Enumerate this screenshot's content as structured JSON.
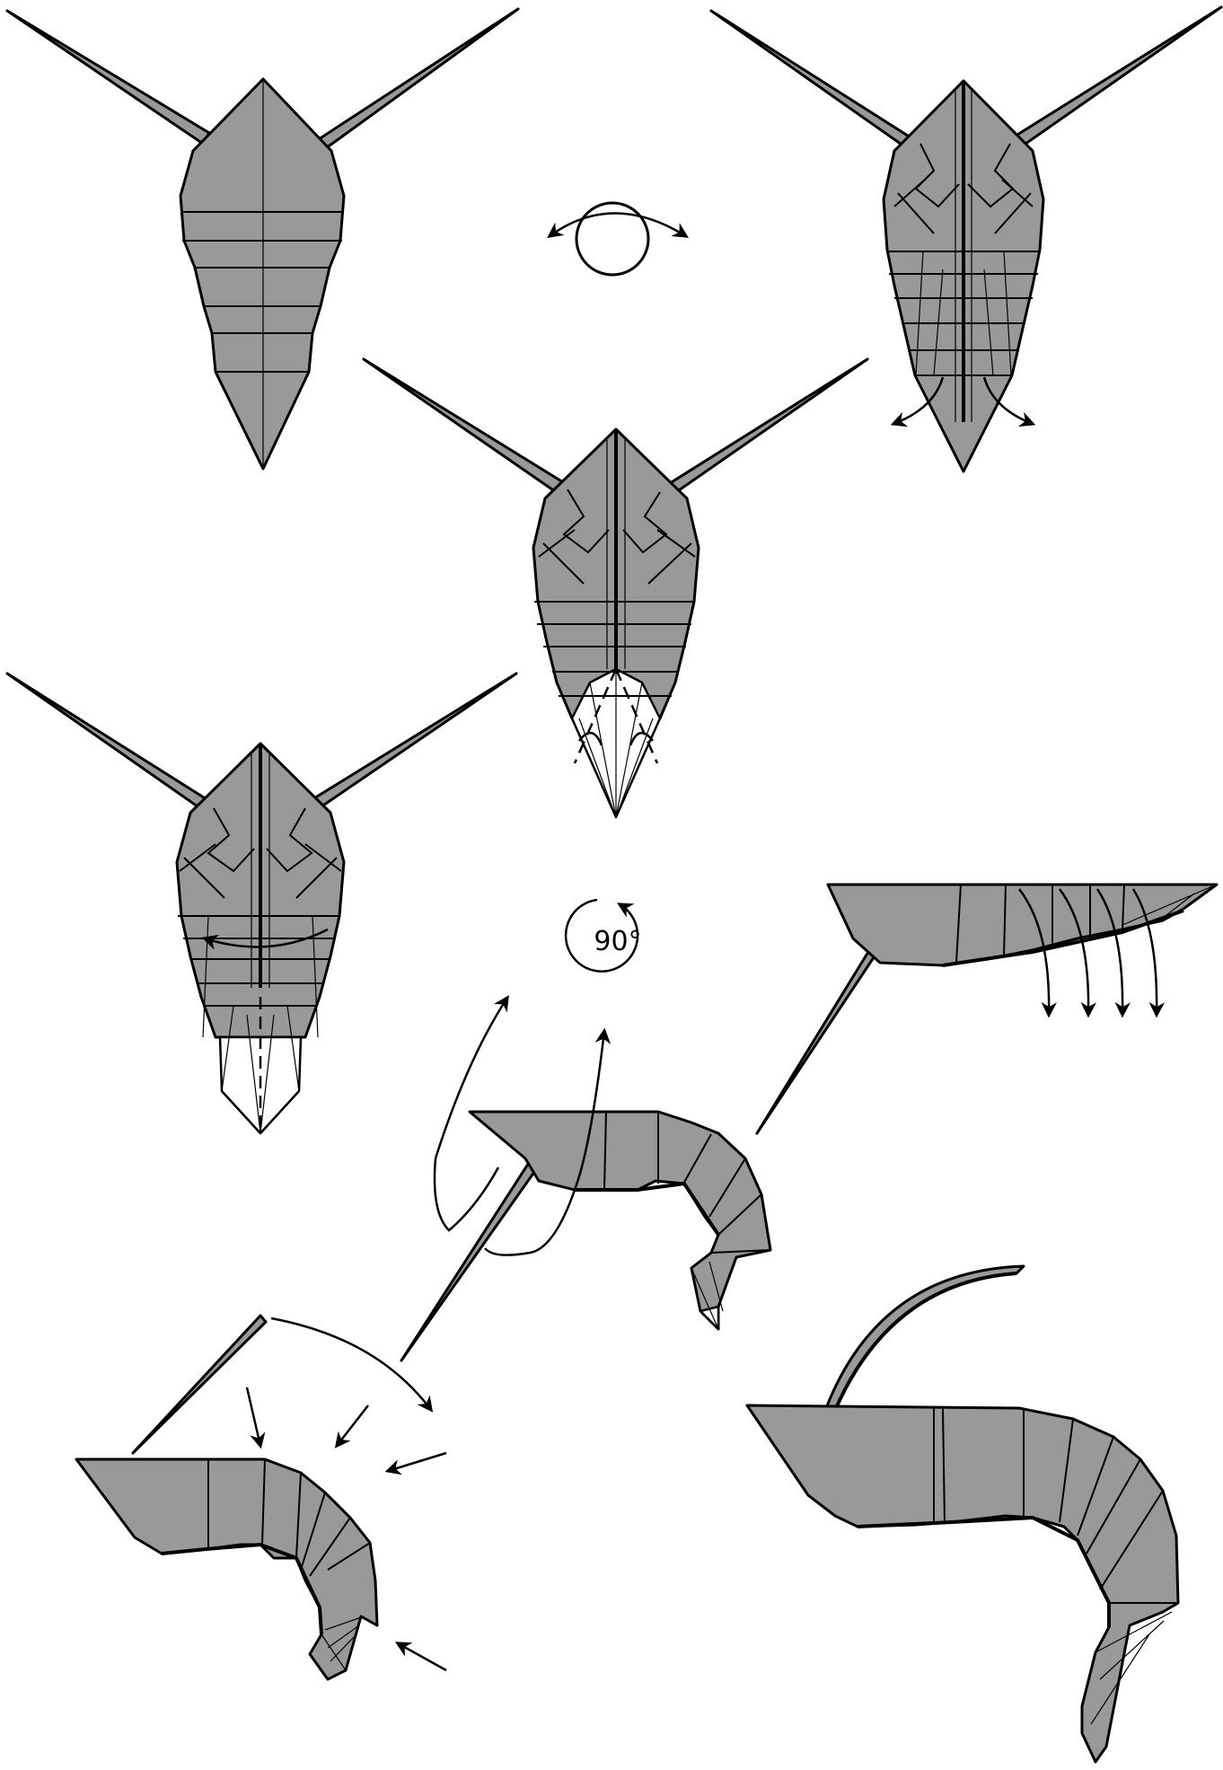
{
  "colors": {
    "paper": "#999999",
    "line": "#000000",
    "white": "#ffffff"
  },
  "symbols": {
    "turn_over": "turn-over-icon",
    "rotate": "rotate-icon",
    "rotate_label": "90°"
  },
  "steps": [
    {
      "name": "step-front-view"
    },
    {
      "name": "step-turned-over"
    },
    {
      "name": "step-tail-opened"
    },
    {
      "name": "step-tail-folded"
    },
    {
      "name": "step-side-view-legs"
    },
    {
      "name": "step-bend-body"
    },
    {
      "name": "step-shape-body"
    },
    {
      "name": "step-finished-shrimp"
    }
  ]
}
